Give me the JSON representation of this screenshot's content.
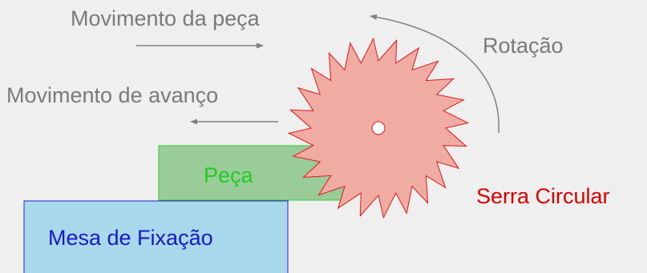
{
  "labels": {
    "piece_movement": "Movimento da peça",
    "feed_movement": "Movimento de avanço",
    "rotation": "Rotação",
    "piece": "Peça",
    "table": "Mesa de Fixação",
    "saw": "Serra Circular"
  },
  "colors": {
    "background": "#efefef",
    "label_gray": "#7a7a7a",
    "arrow_gray": "#808080",
    "piece_fill": "#99cc99",
    "piece_stroke": "#33cc33",
    "piece_text": "#22cc22",
    "table_fill": "#a8d8ec",
    "table_stroke": "#2222bb",
    "table_text": "#1818cc",
    "saw_fill": "#f0aca2",
    "saw_stroke": "#e01818",
    "saw_text": "#dd0000"
  },
  "saw_teeth": 24
}
